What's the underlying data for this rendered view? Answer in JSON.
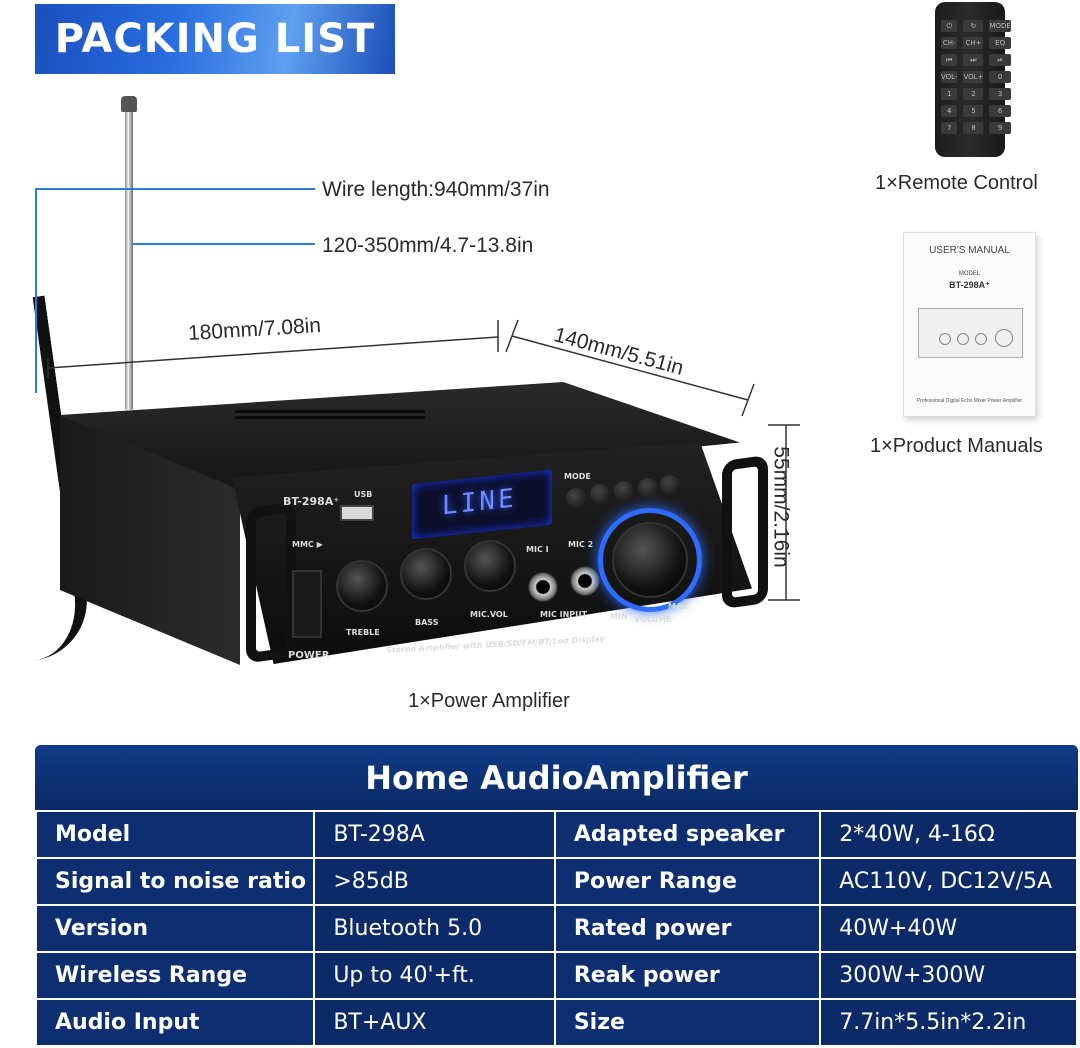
{
  "banner": {
    "title": "PACKING LIST"
  },
  "dimensions": {
    "wire_length": "Wire length:940mm/37in",
    "antenna_length": "120-350mm/4.7-13.8in",
    "width": "180mm/7.08in",
    "depth": "140mm/5.51in",
    "height": "55mm/2.16in"
  },
  "items": {
    "remote": "1×Remote Control",
    "manual": "1×Product Manuals",
    "amplifier": "1×Power Amplifier"
  },
  "remote_keys": [
    "⏻",
    "↻",
    "MODE",
    "CH-",
    "CH+",
    "EQ",
    "⏮",
    "⏭",
    "⏯",
    "VOL-",
    "VOL+",
    "0",
    "1",
    "2",
    "3",
    "4",
    "5",
    "6",
    "7",
    "8",
    "9"
  ],
  "manual": {
    "heading": "USER'S MANUAL",
    "model_label": "MODEL",
    "model": "BT-298A⁺",
    "footer": "Professional Digital Echo Mixer Power Amplifier"
  },
  "amp_panel": {
    "model": "BT-298A⁺",
    "usb": "USB",
    "mmc": "MMC ▶",
    "display": "LINE",
    "mode": "MODE",
    "treble": "TREBLE",
    "bass": "BASS",
    "mic_vol": "MIC.VOL",
    "mic1": "MIC I",
    "mic2": "MIC 2",
    "mic_input": "MIC INPUT",
    "volume": "VOLUME",
    "min": "MIN",
    "max": "MAX",
    "power": "POWER",
    "tagline": "Stereo Amplifier with USB/SD/FM/BT/Led Display"
  },
  "spec_table": {
    "title": "Home AudioAmplifier",
    "rows": [
      {
        "k1": "Model",
        "v1": "BT-298A",
        "k2": "Adapted speaker",
        "v2": "2*40W, 4-16Ω"
      },
      {
        "k1": "Signal to noise ratio",
        "v1": ">85dB",
        "k2": "Power Range",
        "v2": "AC110V, DC12V/5A"
      },
      {
        "k1": "Version",
        "v1": "Bluetooth 5.0",
        "k2": "Rated power",
        "v2": "40W+40W"
      },
      {
        "k1": "Wireless Range",
        "v1": "Up to 40'+ft.",
        "k2": "Reak power",
        "v2": "300W+300W"
      },
      {
        "k1": "Audio Input",
        "v1": "BT+AUX",
        "k2": "Size",
        "v2": "7.7in*5.5in*2.2in"
      }
    ]
  }
}
